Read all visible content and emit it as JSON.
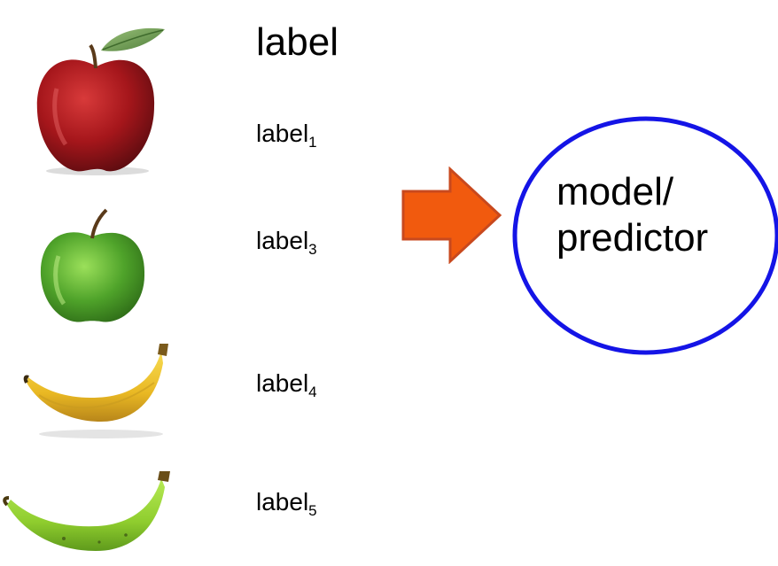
{
  "header": {
    "label": "label"
  },
  "rows": [
    {
      "fruit_icon": "red-apple-icon",
      "label": "label",
      "subscript": "1"
    },
    {
      "fruit_icon": "green-apple-icon",
      "label": "label",
      "subscript": "3"
    },
    {
      "fruit_icon": "yellow-banana-icon",
      "label": "label",
      "subscript": "4"
    },
    {
      "fruit_icon": "green-banana-icon",
      "label": "label",
      "subscript": "5"
    }
  ],
  "arrow": {
    "icon": "right-arrow-icon",
    "color": "#F15A0E",
    "outline": "#C8491E"
  },
  "model": {
    "line1": "model/",
    "line2": "predictor",
    "circle_color": "#1414E6"
  }
}
